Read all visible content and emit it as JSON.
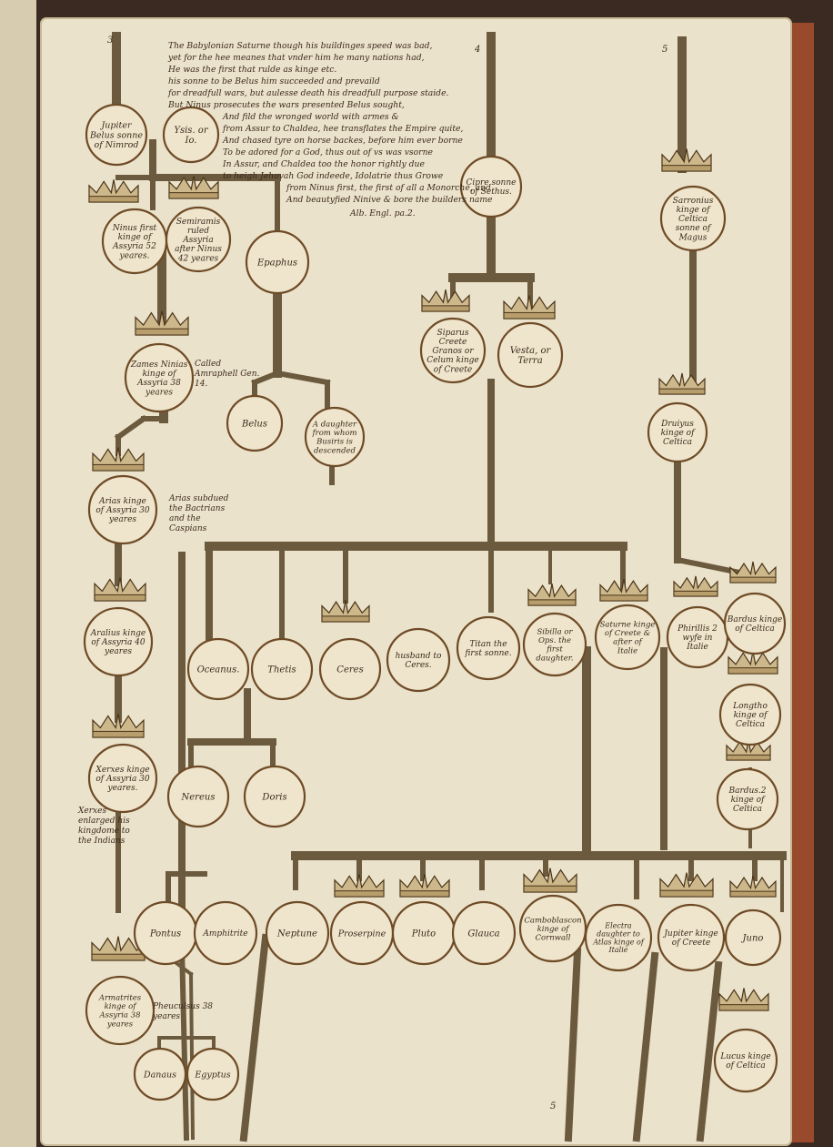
{
  "colors": {
    "parchment": "#ebe2cb",
    "ink_line": "#6b5a3e",
    "circle_ink": "#6e4b26",
    "text_ink": "#3b2a1c",
    "binding": "#9a4a2c"
  },
  "page_numbers": {
    "n3": "3",
    "n4": "4",
    "n5": "5",
    "n5b": "5"
  },
  "verse": [
    "The Babylonian Saturne though his buildinges speed was bad,",
    "yet for the hee meanes that vnder him he many nations had,",
    "He was the first that rulde as kinge etc.",
    "his sonne to be Belus him succeeded and prevaild",
    "for dreadfull wars, but aulesse death his dreadfull purpose staide.",
    "But Ninus prosecutes the wars presented Belus sought,",
    "And fild the wronged world with armes &",
    "from Assur to Chaldea, hee transflates the Empire quite,",
    "And chased tyre on horse backes, before him ever borne",
    "To be adored for a God, thus out of vs was vsorne",
    "In Assur, and Chaldea too the honor rightly due",
    "to heigh Jehovah God indeede, Idolatrie thus Growe",
    "from Ninus first, the first of all a Monorche, and",
    "And beautyfied Ninive & bore the builders name",
    "Alb. Engl. pa.2."
  ],
  "persons": {
    "jupiter_belus": "Jupiter Belus sonne of Nimrod",
    "ysis": "Ysis. or Io.",
    "ninus": "Ninus first kinge of Assyria 52 yeares.",
    "semiramis": "Semiramis ruled Assyria after Ninus 42 yeares",
    "epaphus": "Epaphus",
    "cipre": "Cipre sonne of Sethus.",
    "sarronius": "Sarronius kinge of Celtica sonne of Magus",
    "siparus": "Siparus Creete Granos or Celum kinge of Creete",
    "vesta": "Vesta, or Terra",
    "zames": "Zames Ninias kinge of Assyria 38 yeares",
    "belus": "Belus",
    "daughter": "A daughter from whom Busiris is descended",
    "druiyus": "Druiyus kinge of Celtica",
    "arias": "Arias kinge of Assyria 30 yeares",
    "aralius": "Aralius kinge of Assyria 40 yeares",
    "oceanus": "Oceanus.",
    "thetis": "Thetis",
    "ceres": "Ceres",
    "husband": "husband to Ceres.",
    "titan": "Titan the first sonne.",
    "sibilla": "Sibilla or Ops. the first daughter.",
    "saturne": "Saturne kinge of Creete & after of Italie",
    "phirillis": "Phirillis 2 wyfe in Italie",
    "bardus": "Bardus kinge of Celtica",
    "longtho": "Longtho kinge of Celtica",
    "bardus2": "Bardus.2 kinge of Celtica",
    "xerxes": "Xerxes kinge of Assyria 30 yeares.",
    "nereus": "Nereus",
    "doris": "Doris",
    "pontus": "Pontus",
    "amphitrite": "Amphitrite",
    "neptune": "Neptune",
    "proserpine": "Proserpine",
    "pluto": "Pluto",
    "glauca": "Glauca",
    "camboblascon": "Camboblascon kinge of Cornwall",
    "electra": "Electra daughter to Atlas kinge of Italie",
    "jupiter_creete": "Jupiter kinge of Creete",
    "juno": "Juno",
    "lucus": "Lucus kinge of Celtica",
    "armatrites": "Armatrites kinge of Assyria 38 yeares",
    "danaus": "Danaus",
    "egyptus": "Egyptus"
  },
  "notes": {
    "ninias": "Called Amraphell Gen. 14.",
    "arias": "Arias subdued the Bactrians and the Caspians",
    "xerxes": "Xerxes enlarged his kingdome to the Indians",
    "armatrites": "Pheuculsus 38 yeares"
  }
}
